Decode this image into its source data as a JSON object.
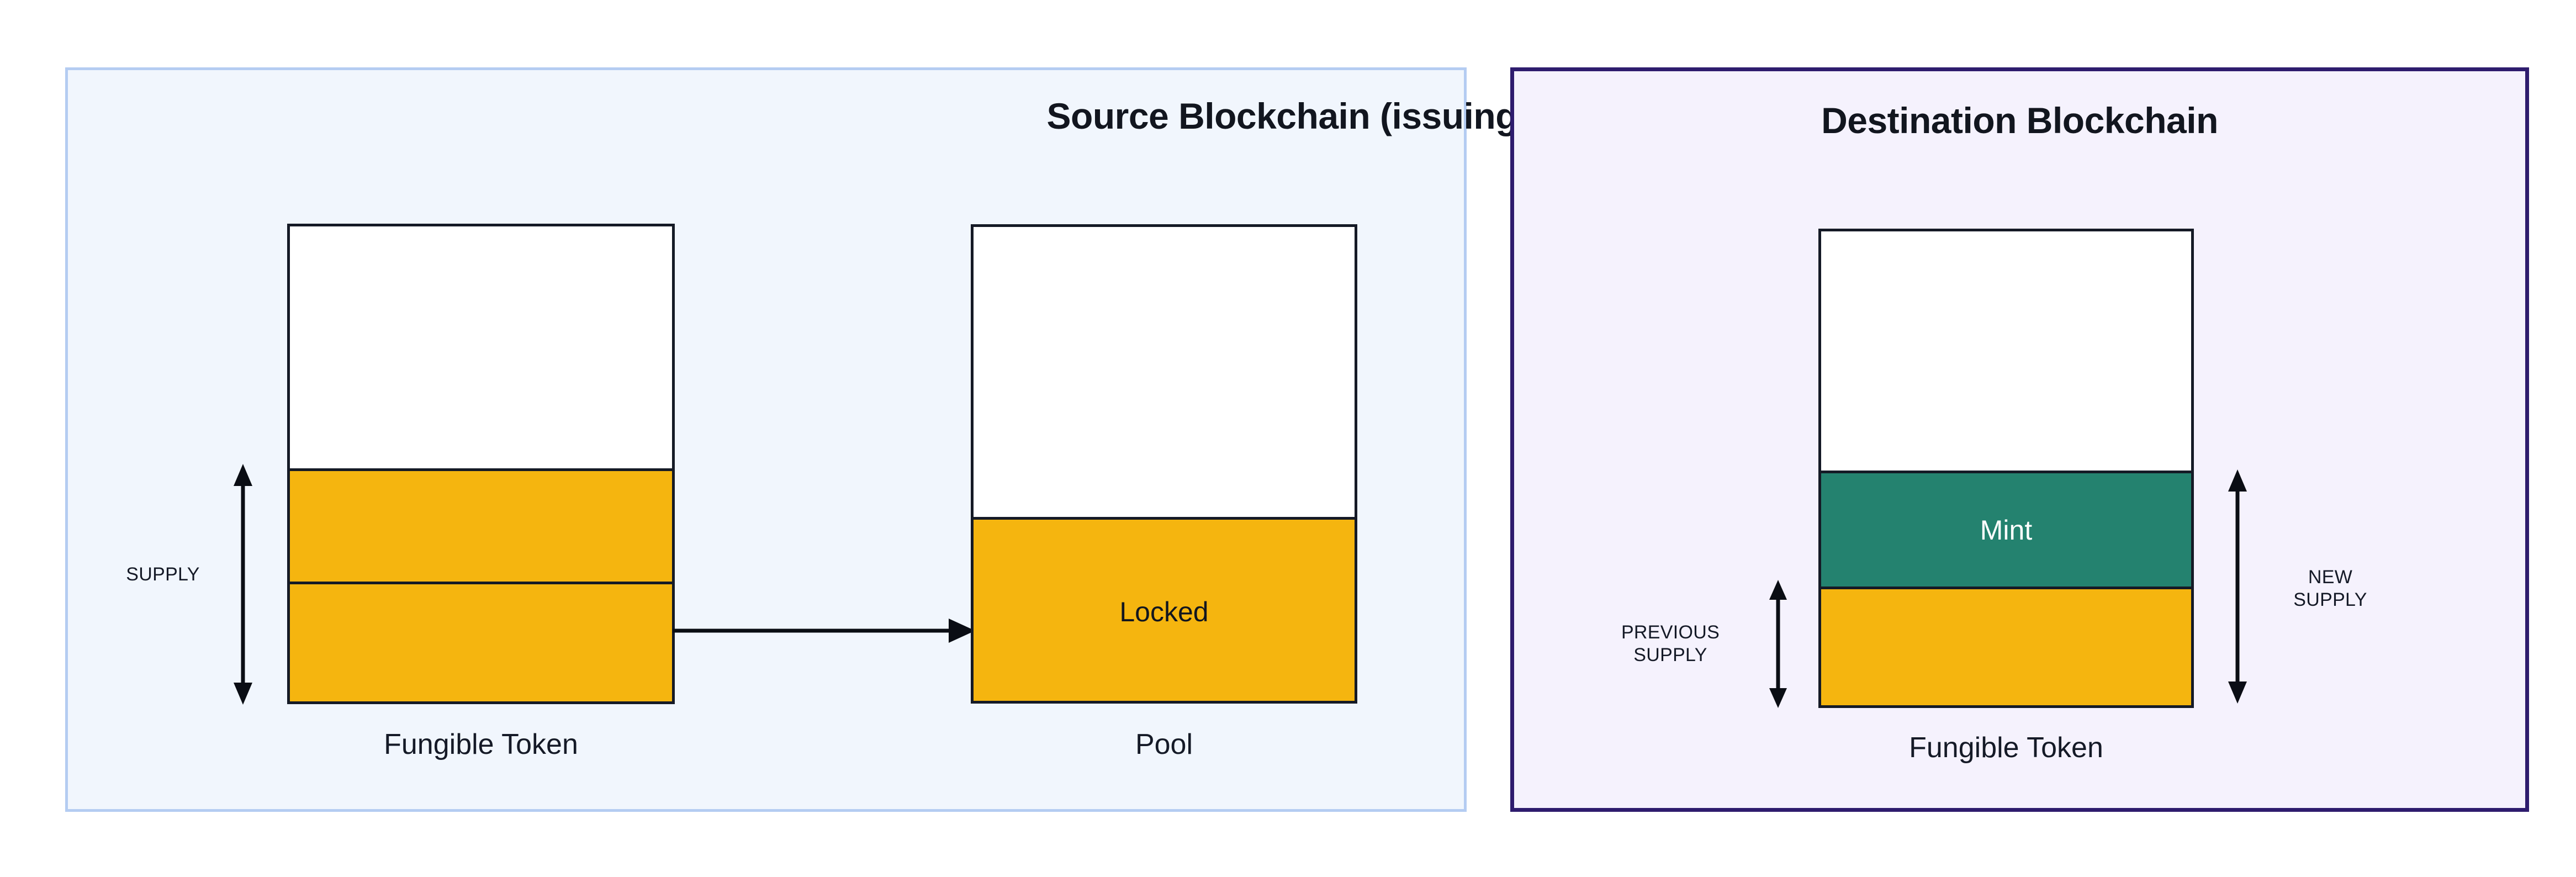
{
  "diagram": {
    "title_semantics": "lock-and-mint token bridge",
    "colors": {
      "token_yellow": "#f5b50f",
      "mint_teal": "#24826f",
      "box_stroke": "#151a26",
      "source_panel_bg": "#f1f6fd",
      "source_panel_border": "#b4ccf2",
      "destination_panel_bg": "#f5f2fd",
      "destination_panel_border": "#2e1c6e",
      "text_dark": "#151a27",
      "mint_label_text": "#ffffff"
    }
  },
  "source_panel": {
    "title": "Source Blockchain (issuing)",
    "token_box": {
      "caption": "Fungible Token",
      "segments": [
        {
          "name": "unfilled-top",
          "label": "",
          "fill": "white"
        },
        {
          "name": "supply-upper",
          "label": "",
          "fill": "yellow"
        },
        {
          "name": "supply-lower",
          "label": "",
          "fill": "yellow"
        }
      ]
    },
    "pool_box": {
      "caption": "Pool",
      "segments": [
        {
          "name": "unfilled-top",
          "label": "",
          "fill": "white"
        },
        {
          "name": "locked",
          "label": "Locked",
          "fill": "yellow"
        }
      ]
    },
    "measure": {
      "supply_label": "SUPPLY"
    },
    "transfer_arrow": {
      "name": "lock-transfer-arrow",
      "direction": "right"
    }
  },
  "destination_panel": {
    "title": "Destination Blockchain",
    "token_box": {
      "caption": "Fungible Token",
      "segments": [
        {
          "name": "unfilled-top",
          "label": "",
          "fill": "white"
        },
        {
          "name": "mint",
          "label": "Mint",
          "fill": "teal"
        },
        {
          "name": "previous-supply",
          "label": "",
          "fill": "yellow"
        }
      ]
    },
    "measure": {
      "previous_supply_label": "PREVIOUS\nSUPPLY",
      "new_supply_label": "NEW\nSUPPLY"
    }
  }
}
